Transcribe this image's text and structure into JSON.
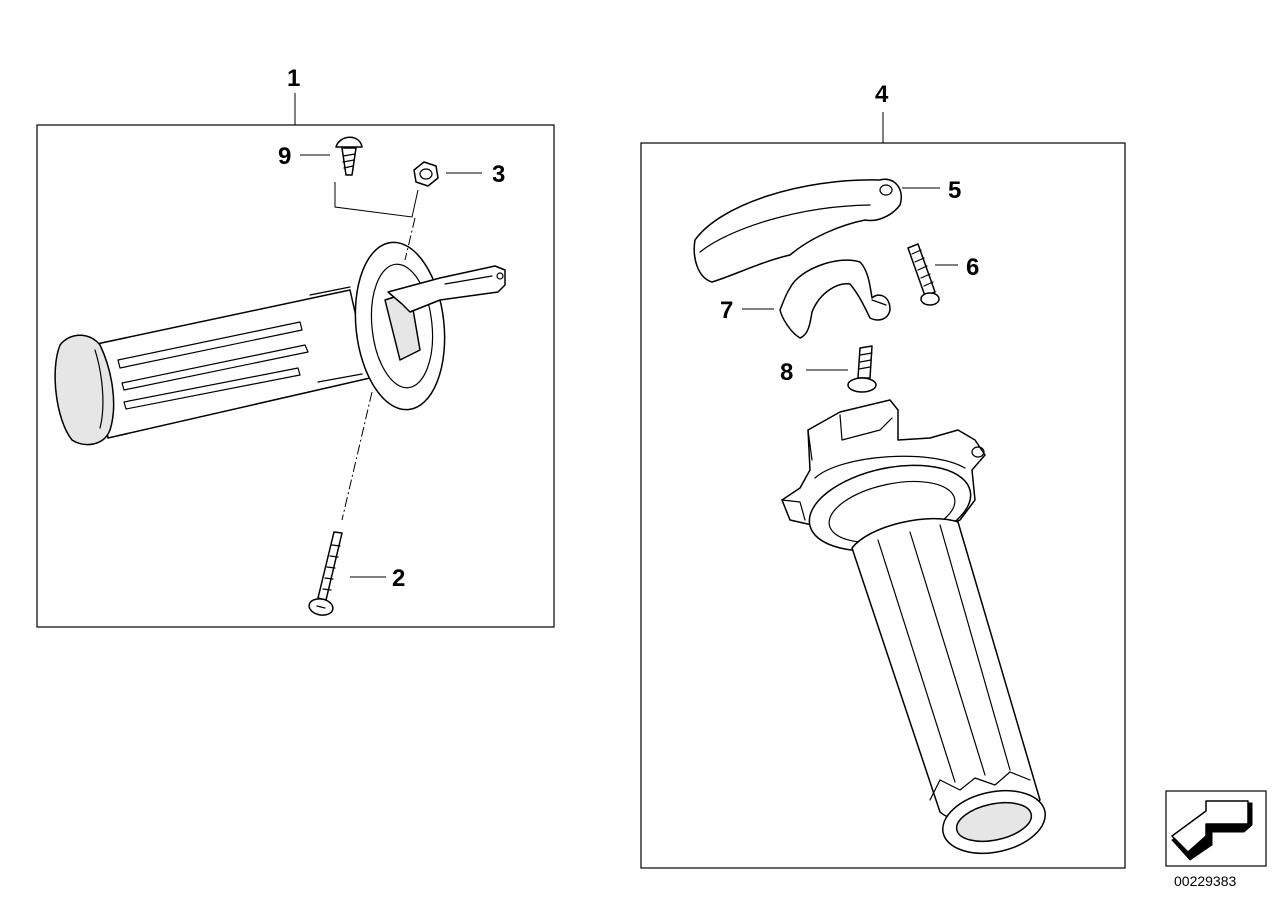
{
  "callouts": {
    "c1": "1",
    "c2": "2",
    "c3": "3",
    "c4": "4",
    "c5": "5",
    "c6": "6",
    "c7": "7",
    "c8": "8",
    "c9": "9"
  },
  "document_number": "00229383",
  "icons": {
    "arrow": "next-page-arrow-icon"
  },
  "colors": {
    "line": "#000000",
    "fill": "#ffffff",
    "shade": "#e6e6e6"
  }
}
